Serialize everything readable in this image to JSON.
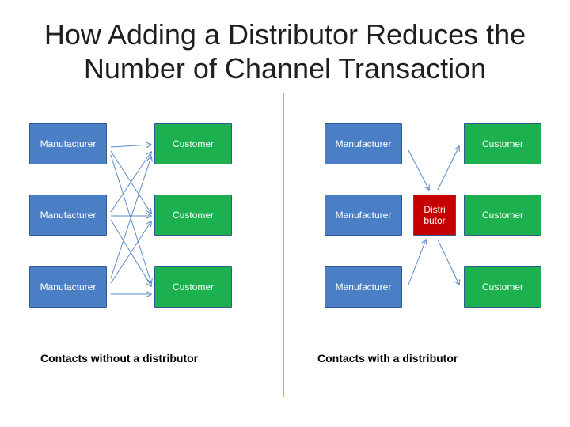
{
  "title": "How Adding a Distributor Reduces the Number of Channel Transaction",
  "left_diagram": {
    "manufacturers": [
      "Manufacturer",
      "Manufacturer",
      "Manufacturer"
    ],
    "customers": [
      "Customer",
      "Customer",
      "Customer"
    ],
    "caption": "Contacts without a distributor"
  },
  "right_diagram": {
    "manufacturers": [
      "Manufacturer",
      "Manufacturer",
      "Manufacturer"
    ],
    "distributor": "Distri\nbutor",
    "customers": [
      "Customer",
      "Customer",
      "Customer"
    ],
    "caption": "Contacts with a distributor"
  },
  "colors": {
    "manufacturer": "#4a7fc6",
    "customer": "#1db04f",
    "distributor": "#c40000",
    "arrow": "#5b8bc9"
  }
}
